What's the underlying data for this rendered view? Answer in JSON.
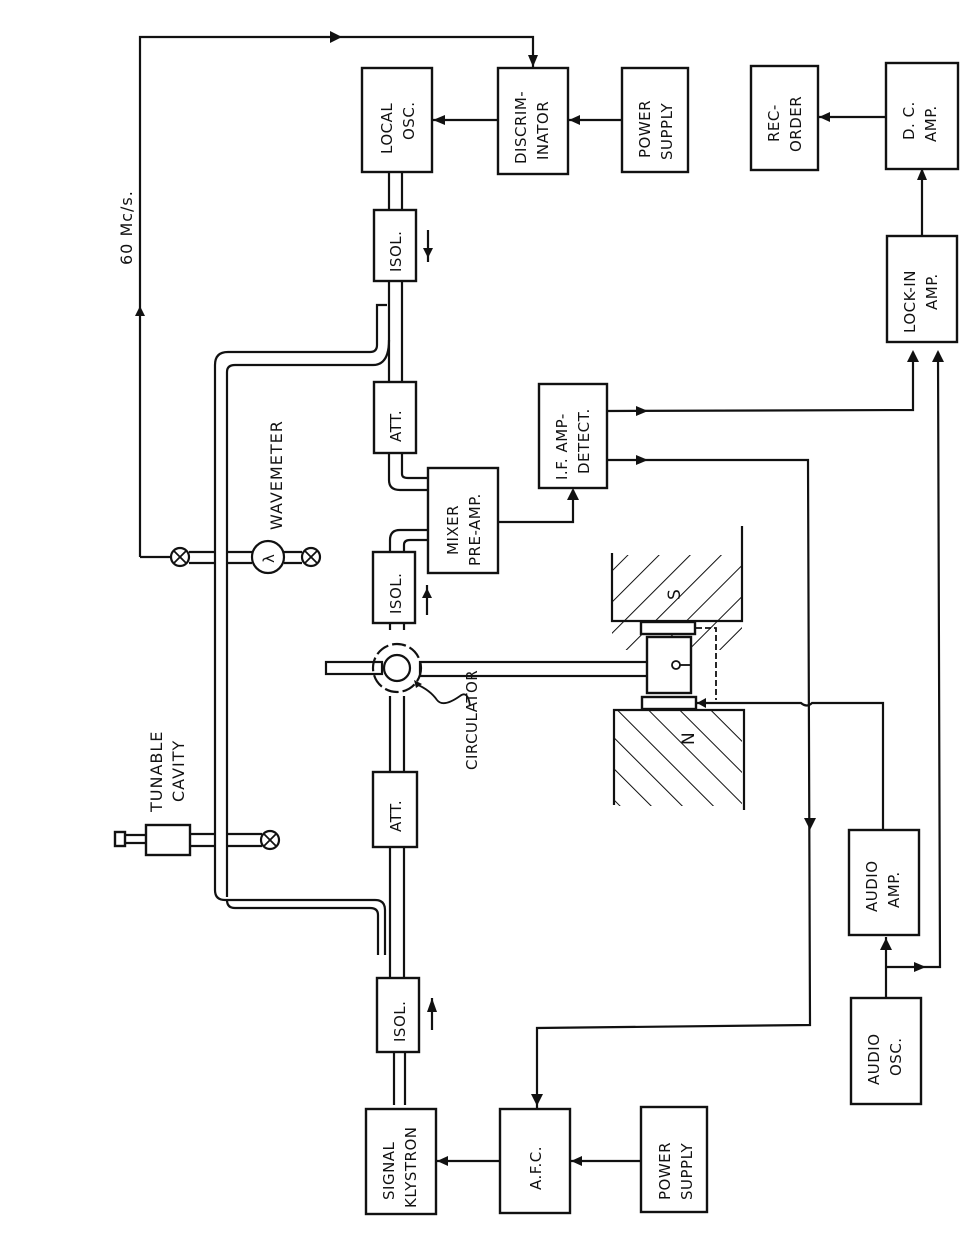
{
  "title": "Microwave spectrometer block diagram",
  "orientation": "rotated 90 degrees counter-clockwise",
  "blocks": {
    "signal_klystron": {
      "line1": "SIGNAL",
      "line2": "KLYSTRON"
    },
    "afc": {
      "line1": "A.F.C.",
      "line2": ""
    },
    "power_supply_afc": {
      "line1": "POWER",
      "line2": "SUPPLY"
    },
    "isol_signal": {
      "line1": "ISOL.",
      "line2": ""
    },
    "att_signal": {
      "line1": "ATT.",
      "line2": ""
    },
    "isol_mixer": {
      "line1": "ISOL.",
      "line2": ""
    },
    "att_lo": {
      "line1": "ATT.",
      "line2": ""
    },
    "isol_lo": {
      "line1": "ISOL.",
      "line2": ""
    },
    "local_osc": {
      "line1": "LOCAL",
      "line2": "OSC."
    },
    "discriminator": {
      "line1": "DISCRIM-",
      "line2": "INATOR"
    },
    "power_supply_disc": {
      "line1": "POWER",
      "line2": "SUPPLY"
    },
    "mixer_preamp": {
      "line1": "MIXER",
      "line2": "PRE-AMP."
    },
    "if_amp_detect": {
      "line1": "I.F. AMP-",
      "line2": "DETECT."
    },
    "recorder": {
      "line1": "REC-",
      "line2": "ORDER"
    },
    "dc_amp": {
      "line1": "D. C.",
      "line2": "AMP."
    },
    "lockin_amp": {
      "line1": "LOCK-IN",
      "line2": "AMP."
    },
    "audio_amp": {
      "line1": "AUDIO",
      "line2": "AMP."
    },
    "audio_osc": {
      "line1": "AUDIO",
      "line2": "OSC."
    }
  },
  "labels": {
    "frequency": "60  Mc/s.",
    "wavemeter": "WAVEMETER",
    "wavemeter_symbol": "λ",
    "tunable_cavity_line1": "TUNABLE",
    "tunable_cavity_line2": "CAVITY",
    "circulator": "CIRCULATOR",
    "magnet_south": "S",
    "magnet_north": "N"
  }
}
